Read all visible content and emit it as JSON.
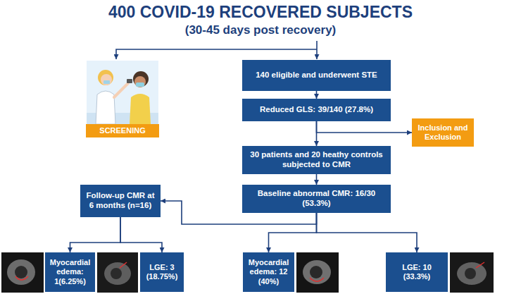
{
  "diagram": {
    "title": "400 COVID-19 RECOVERED SUBJECTS",
    "nodes": [
      {
        "text": [
          "SCREENING"
        ]
      },
      {
        "text": [
          "140 eligible and underwent STE"
        ]
      },
      {
        "text": [
          "Reduced GLS: 39/140 (27.8%)"
        ]
      },
      {
        "text": [
          "Inclusion and Exclusion"
        ]
      },
      {
        "text": [
          "30 patients and 20 heathy controls subjected to CMR"
        ]
      },
      {
        "text": [
          "Baseline abnormal CMR: 16/30 (53.3%)"
        ]
      },
      {
        "text": [
          "Follow-up CMR at 6 months (n=16)"
        ]
      },
      {
        "text": [
          "Myocardial edema: 1(6.25%)"
        ]
      },
      {
        "text": [
          "LGE: 3 (18.75%)"
        ]
      },
      {
        "text": [
          "Myocardial edema: 12 (40%)"
        ]
      },
      {
        "text": [
          "LGE: 10 (33.3%)"
        ]
      }
    ],
    "edges": [
      {
        "from": 1,
        "to": 2,
        "arrow": "to"
      },
      {
        "from": 2,
        "to": 3,
        "arrow": "to"
      },
      {
        "from": 2,
        "to": 4,
        "arrow": "to"
      },
      {
        "from": 4,
        "to": 5,
        "arrow": "to"
      },
      {
        "from": 5,
        "to": 6,
        "arrow": "to"
      },
      {
        "from": 5,
        "to": 9,
        "arrow": "to"
      },
      {
        "from": 5,
        "to": 10,
        "arrow": "to"
      },
      {
        "from": 6,
        "to": 7,
        "arrow": "to"
      },
      {
        "from": 6,
        "to": 8,
        "arrow": "to"
      }
    ],
    "labels": [
      "(30-45 days post recovery)"
    ]
  }
}
